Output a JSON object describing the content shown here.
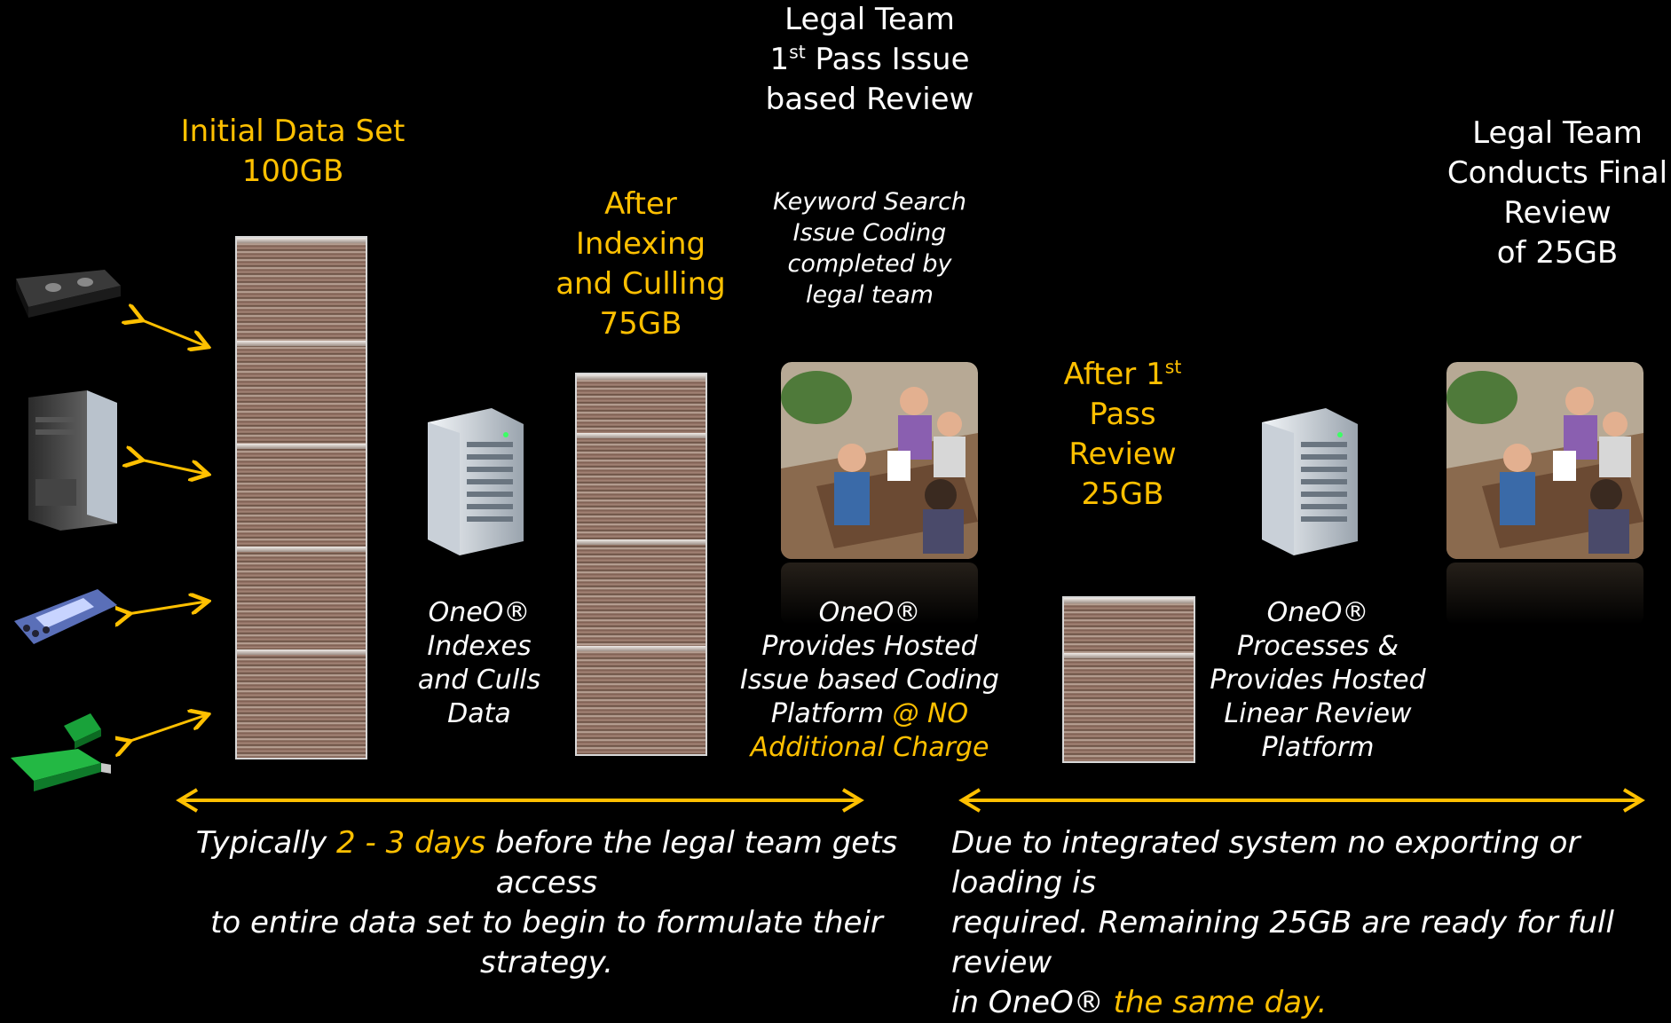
{
  "labels": {
    "initial_line1": "Initial Data Set",
    "initial_line2": "100GB",
    "after_index_line1": "After",
    "after_index_line2": "Indexing",
    "after_index_line3": "and Culling",
    "after_index_line4": "75GB",
    "legal_team_line1": "Legal Team",
    "legal_team_line2_prefix": "1",
    "legal_team_line2_sup": "st",
    "legal_team_line2_suffix": " Pass Issue",
    "legal_team_line3": "based Review",
    "keyword_line1": "Keyword Search",
    "keyword_line2": "Issue Coding",
    "keyword_line3": "completed by",
    "keyword_line4": "legal team",
    "after_pass_line1_prefix": "After 1",
    "after_pass_line1_sup": "st",
    "after_pass_line2": "Pass",
    "after_pass_line3": "Review",
    "after_pass_line4": "25GB",
    "final_line1": "Legal Team",
    "final_line2": "Conducts Final",
    "final_line3": "Review",
    "final_line4": "of  25GB"
  },
  "descriptions": {
    "indexes_line1": "OneO®",
    "indexes_line2": "Indexes",
    "indexes_line3": "and Culls",
    "indexes_line4": "Data",
    "hosted_line1": "OneO®",
    "hosted_line2": "Provides Hosted",
    "hosted_line3": "Issue based Coding",
    "hosted_line4_white": "Platform ",
    "hosted_line4_gold": "@ NO",
    "hosted_line5_gold": "Additional Charge",
    "processes_line1": "OneO®",
    "processes_line2": "Processes &",
    "processes_line3": "Provides Hosted",
    "processes_line4": "Linear Review",
    "processes_line5": "Platform"
  },
  "bottom": {
    "left_a": "Typically ",
    "left_b_gold": "2 - 3 days",
    "left_c": " before the legal team gets access",
    "left_line2": "to entire data set to begin to formulate their strategy.",
    "right_line1": "Due to integrated system no exporting or loading is",
    "right_line2": "required.  Remaining 25GB are ready for full review",
    "right_line3_a": "in OneO® ",
    "right_line3_b_gold": "the same day."
  },
  "icons": [
    "vhs-tape-icon",
    "desktop-tower-icon",
    "mobile-phone-icon",
    "usb-drive-icon",
    "server-icon",
    "meeting-photo-icon",
    "paper-stack-icon"
  ],
  "colors": {
    "accent": "#FFC000",
    "background": "#000000",
    "text": "#FFFFFF"
  }
}
